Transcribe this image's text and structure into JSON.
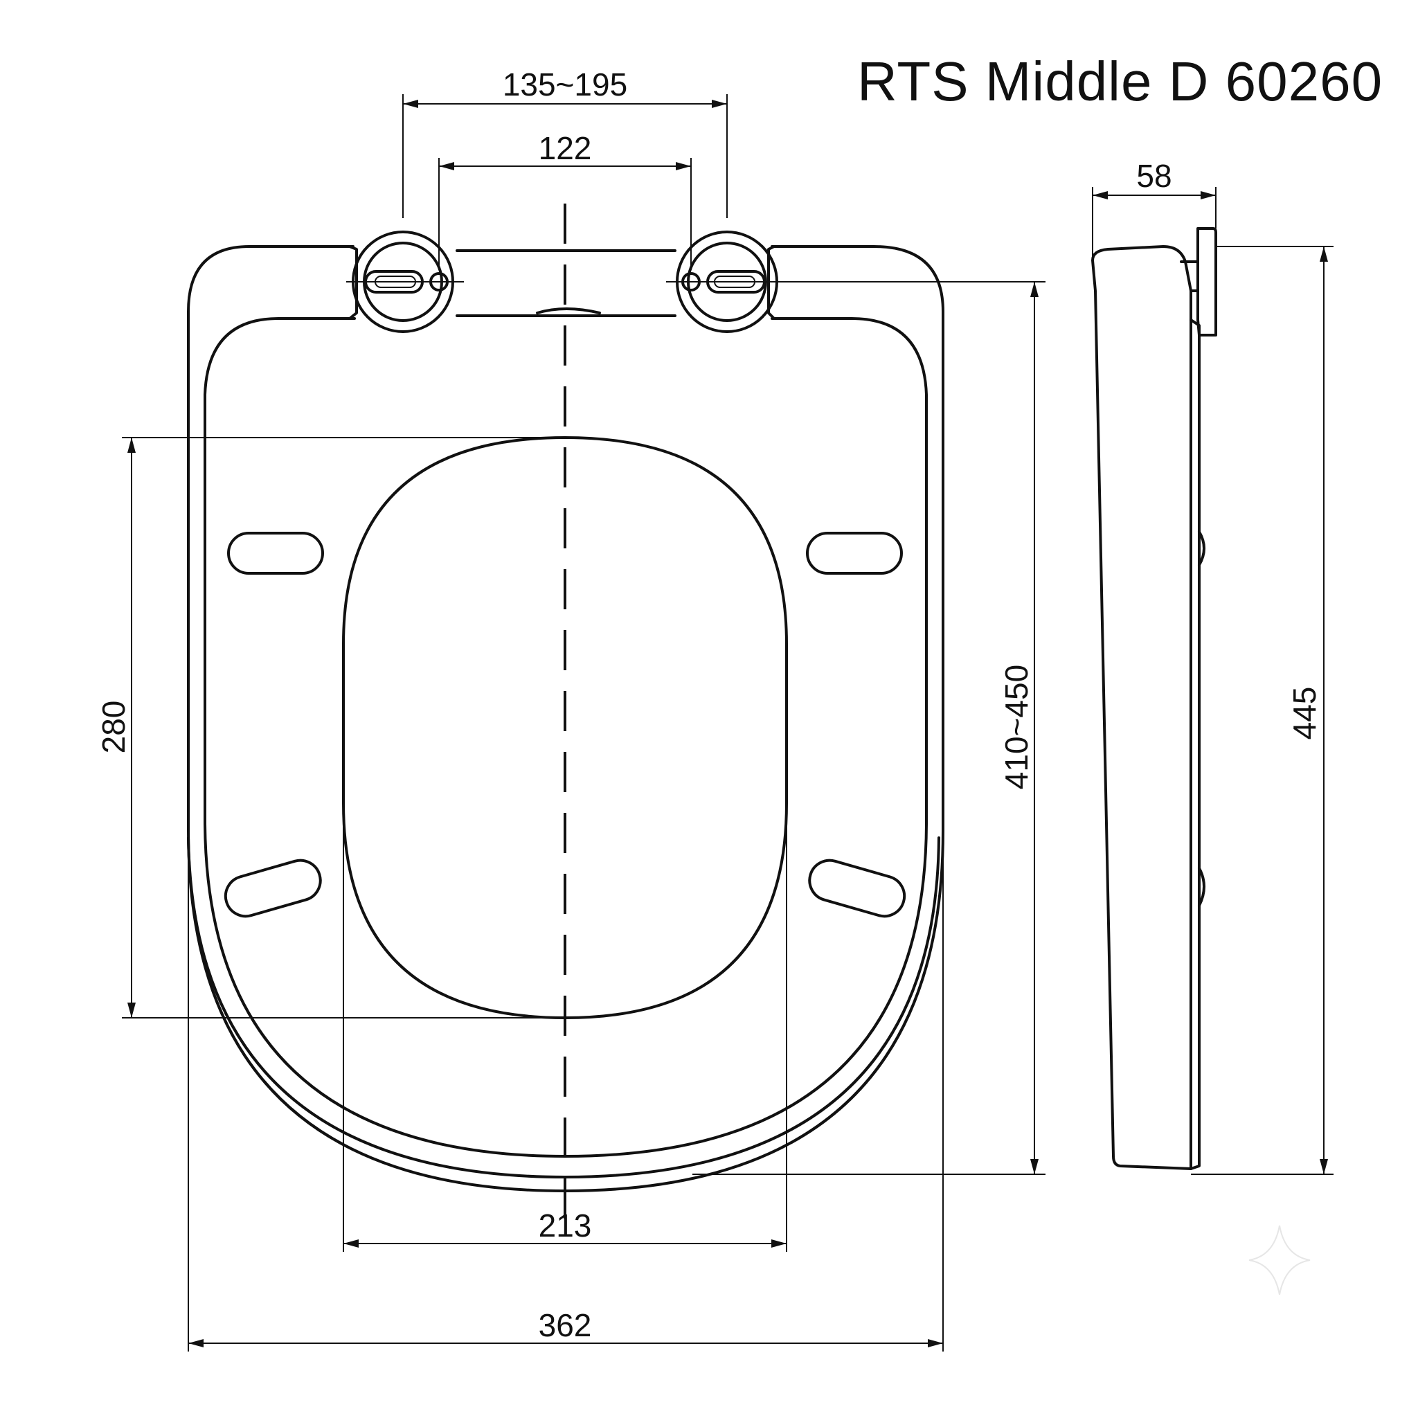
{
  "title": "RTS Middle D 60260",
  "dimensions": {
    "hinge_spacing_range": "135~195",
    "hinge_spacing": "122",
    "side_thickness": "58",
    "inner_opening_length": "280",
    "seat_length_range": "410~450",
    "side_length": "445",
    "inner_opening_width": "213",
    "seat_width": "362"
  }
}
